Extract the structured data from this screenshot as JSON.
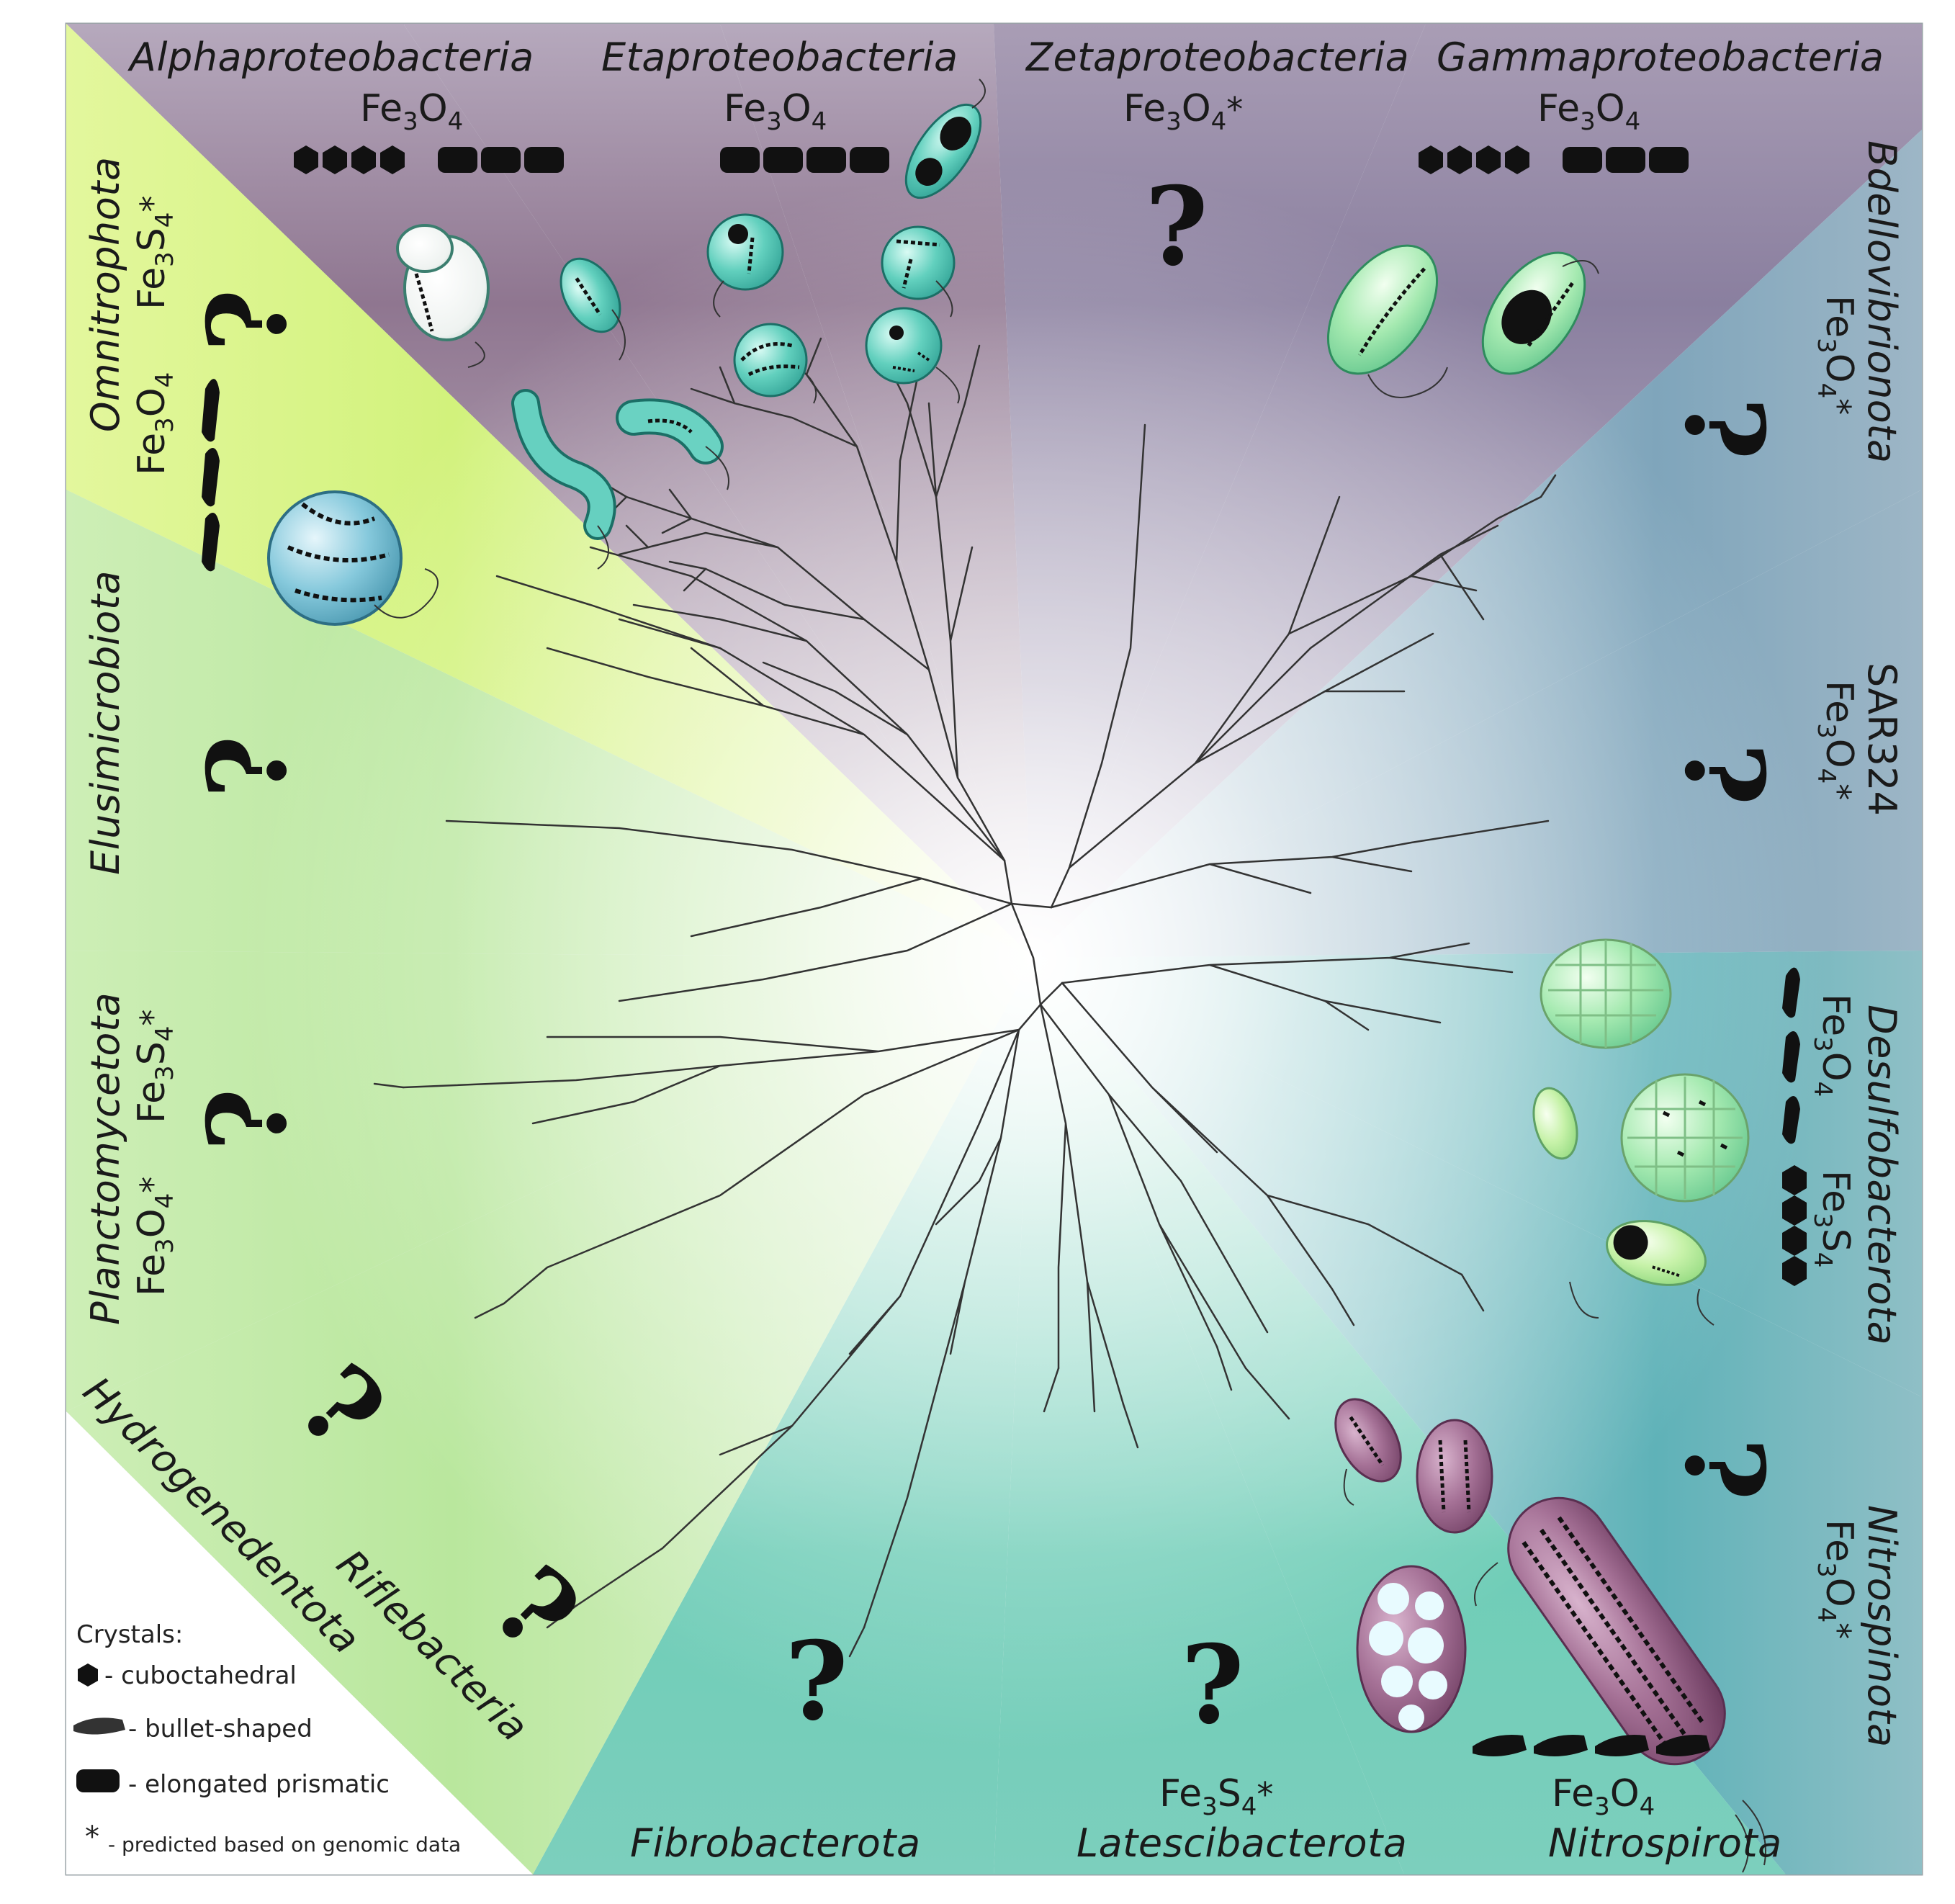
{
  "taxa": {
    "alphaproteobacteria": {
      "name": "Alphaproteobacteria",
      "crystal": "Fe3O4",
      "predicted": false
    },
    "etaproteobacteria": {
      "name": "Etaproteobacteria",
      "crystal": "Fe3O4",
      "predicted": false
    },
    "zetaproteobacteria": {
      "name": "Zetaproteobacteria",
      "crystal": "Fe3O4",
      "predicted": true
    },
    "gammaproteobacteria": {
      "name": "Gammaproteobacteria",
      "crystal": "Fe3O4",
      "predicted": false
    },
    "bdellovibrionota": {
      "name": "Bdellovibrionota",
      "crystal": "Fe3O4",
      "predicted": true
    },
    "sar324": {
      "name": "SAR324",
      "crystal": "Fe3O4",
      "predicted": true
    },
    "desulfobacterota": {
      "name": "Desulfobacterota",
      "crystals": [
        "Fe3O4",
        "Fe3S4"
      ],
      "predicted": false
    },
    "nitrospinota": {
      "name": "Nitrospinota",
      "crystal": "Fe3O4",
      "predicted": true
    },
    "nitrospirota": {
      "name": "Nitrospirota",
      "crystal": "Fe3O4",
      "predicted": false
    },
    "latescibacterota": {
      "name": "Latescibacterota",
      "crystal": "Fe3S4",
      "predicted": true
    },
    "fibrobacterota": {
      "name": "Fibrobacterota"
    },
    "riflebacteria": {
      "name": "Riflebacteria"
    },
    "hydrogenedentota": {
      "name": "Hydrogenedentota"
    },
    "planctomycetota": {
      "name": "Planctomycetota",
      "crystals": [
        "Fe3O4",
        "Fe3S4"
      ],
      "predicted": true
    },
    "elusimicrobiota": {
      "name": "Elusimicrobiota"
    },
    "omnitrophota": {
      "name": "Omnitrophota",
      "crystals": [
        "Fe3O4",
        "Fe3S4"
      ],
      "predicted_note": "Fe3S4 predicted"
    }
  },
  "formula": {
    "fe": "Fe",
    "o": "O",
    "s": "S",
    "sub3": "3",
    "sub4": "4",
    "star": "*"
  },
  "unknown_mark": "?",
  "legend": {
    "title": "Crystals:",
    "cubo": "- cuboctahedral",
    "bullet": "- bullet-shaped",
    "prism": "- elongated prismatic",
    "star_symbol": "*",
    "predicted": "- predicted based on genomic data"
  },
  "colors": {
    "proteo_purple": "#8e7d97",
    "green_yellow": "#d4f07a",
    "teal": "#5fbfb2",
    "blue_grey": "#7d9fb4",
    "cell_teal": "#49c0b2",
    "cell_green": "#a8e6a0",
    "cell_mauve": "#8c5a7f",
    "crystal": "#111111"
  }
}
